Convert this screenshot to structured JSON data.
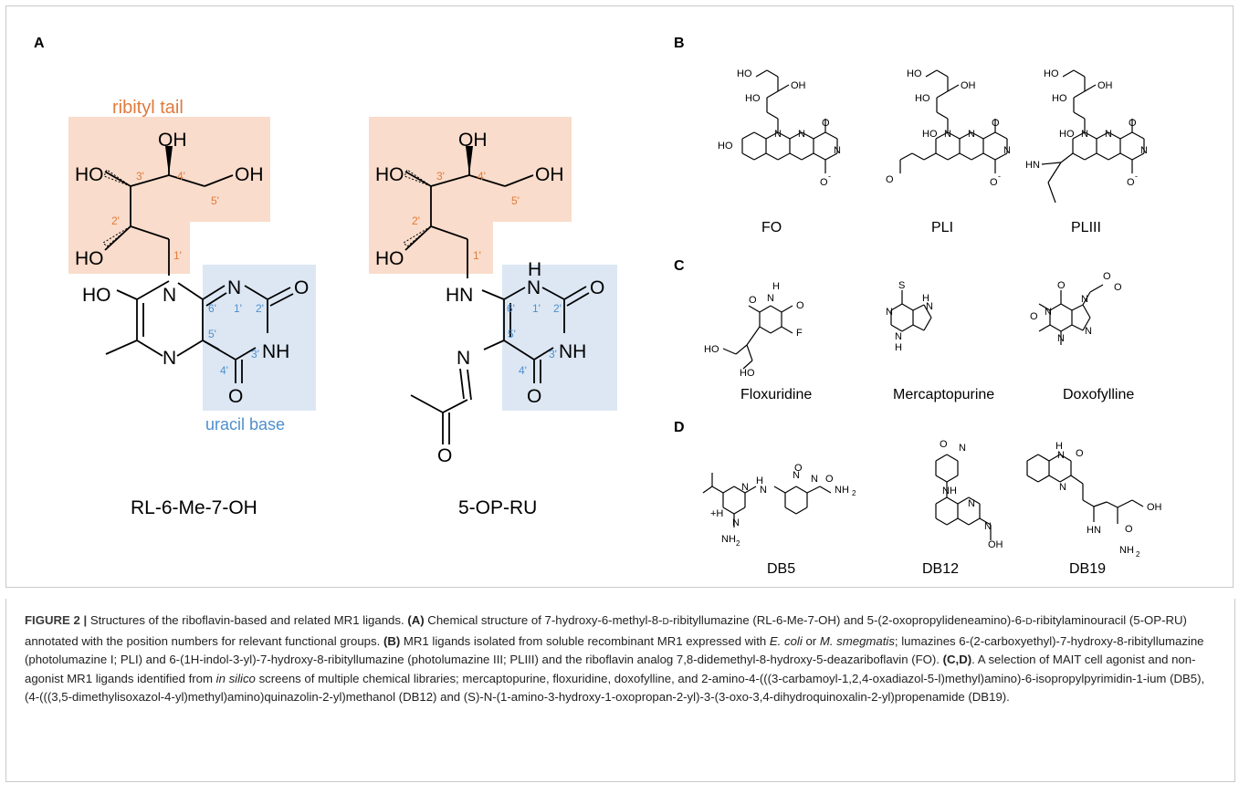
{
  "panels": {
    "A": {
      "label": "A",
      "region_labels": {
        "ribityl": "ribityl tail",
        "uracil": "uracil base"
      },
      "colors": {
        "ribityl_fill": "#f9dccb",
        "uracil_fill": "#dce7f3",
        "ribityl_text": "#e07b3c",
        "uracil_text": "#4f8fcd"
      },
      "molecules": [
        {
          "name": "RL-6-Me-7-OH",
          "atoms": {
            "oh_top": "OH",
            "ho_left": "HO",
            "oh_right": "OH",
            "ho_bottom": "HO",
            "ho_ring": "HO",
            "n_ring1": "N",
            "n_uracil1": "N",
            "o_right": "O",
            "nh": "NH",
            "n_ring2": "N",
            "o_bottom": "O"
          },
          "positions": {
            "p3": "3'",
            "p4": "4'",
            "p5": "5'",
            "p2": "2'",
            "p1": "1'",
            "u6": "6'",
            "u1": "1'",
            "u2": "2'",
            "u5": "5'",
            "u3": "3'",
            "u4": "4'"
          }
        },
        {
          "name": "5-OP-RU",
          "atoms": {
            "oh_top": "OH",
            "ho_left": "HO",
            "oh_right": "OH",
            "ho_bottom": "HO",
            "hn": "HN",
            "h_top": "H",
            "n_top": "N",
            "o_right": "O",
            "nh": "NH",
            "n_imine": "N",
            "o_bottom": "O",
            "o_keto": "O"
          },
          "positions": {
            "p3": "3'",
            "p4": "4'",
            "p5": "5'",
            "p2": "2'",
            "p1": "1'",
            "u6": "6'",
            "u1": "1'",
            "u2": "2'",
            "u5": "5'",
            "u3": "3'",
            "u4": "4'"
          }
        }
      ]
    },
    "B": {
      "label": "B",
      "molecules": [
        "FO",
        "PLI",
        "PLIII"
      ],
      "atoms": {
        "ho": "HO",
        "oh": "OH",
        "n": "N",
        "o": "O",
        "o_minus": "O",
        "minus": "-",
        "hn": "HN"
      }
    },
    "C": {
      "label": "C",
      "molecules": [
        "Floxuridine",
        "Mercaptopurine",
        "Doxofylline"
      ],
      "atoms": {
        "o": "O",
        "n": "N",
        "h": "H",
        "f": "F",
        "s": "S",
        "ho": "HO",
        "nh": "NH"
      }
    },
    "D": {
      "label": "D",
      "molecules": [
        "DB5",
        "DB12",
        "DB19"
      ],
      "atoms": {
        "n": "N",
        "o": "O",
        "h": "H",
        "nh2": "NH",
        "two": "2",
        "plus_h": "+H",
        "nh": "NH",
        "oh": "OH",
        "hn": "HN"
      }
    }
  },
  "caption": {
    "figure_label": "FIGURE 2 |",
    "title": " Structures of the riboflavin-based and related MR1 ligands. ",
    "a_label": "(A)",
    "a_text": " Chemical structure of 7-hydroxy-6-methyl-8-",
    "a_d1": "D",
    "a_text2": "-ribityllumazine (RL-6-Me-7-OH) and 5-(2-oxopropylideneamino)-6-",
    "a_d2": "D",
    "a_text3": "-ribitylaminouracil (5-OP-RU) annotated with the position numbers for relevant functional groups. ",
    "b_label": "(B)",
    "b_text": " MR1 ligands isolated from soluble recombinant MR1 expressed with ",
    "b_ecoli": "E. coli",
    "b_or": " or ",
    "b_msmeg": "M. smegmatis",
    "b_text2": "; lumazines 6-(2-carboxyethyl)-7-hydroxy-8-ribityllumazine (photolumazine I; PLI) and 6-(1H-indol-3-yl)-7-hydroxy-8-ribityllumazine (photolumazine III; PLIII) and the riboflavin analog 7,8-didemethyl-8-hydroxy-5-deazariboflavin (FO). ",
    "cd_label": "(C,D)",
    "cd_text": ". A selection of MAIT cell agonist and non-agonist MR1 ligands identified from ",
    "cd_insilico": "in silico",
    "cd_text2": " screens of multiple chemical libraries; mercaptopurine, floxuridine, doxofylline, and 2-amino-4-(((3-carbamoyl-1,2,4-oxadiazol-5-l)methyl)amino)-6-isopropylpyrimidin-1-ium (DB5), (4-(((3,5-dimethylisoxazol-4-yl)methyl)amino)quinazolin-2-yl)methanol (DB12) and (S)-N-(1-amino-3-hydroxy-1-oxopropan-2-yl)-3-(3-oxo-3,4-dihydroquinoxalin-2-yl)propenamide (DB19)."
  }
}
